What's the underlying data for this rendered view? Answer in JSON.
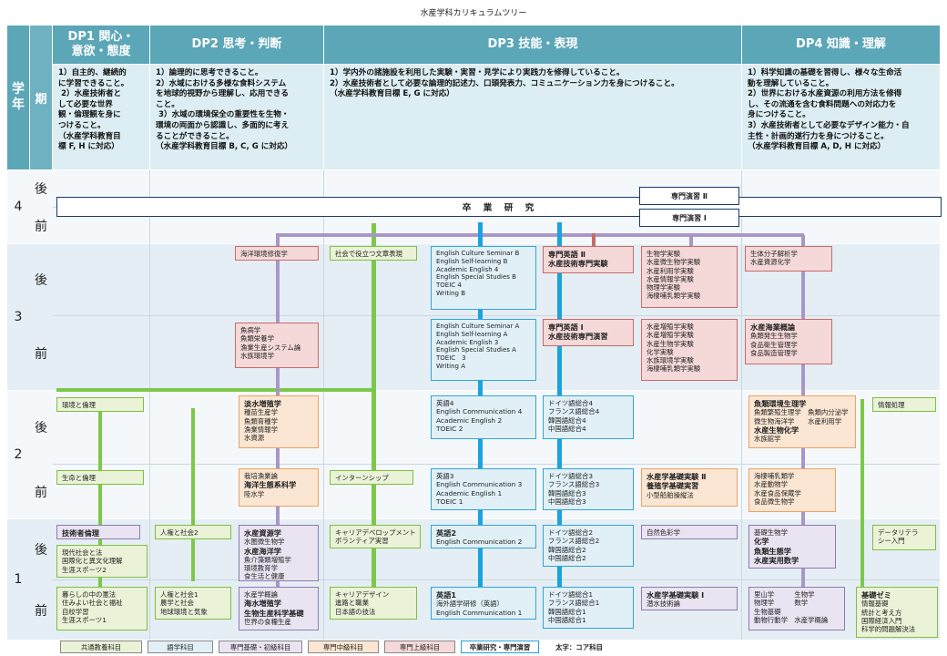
{
  "title": "水産学科カリキュラムツリー",
  "header": {
    "year_label": "学\n年",
    "term_label": "期",
    "dp1": "DP1 関心・\n意欲・態度",
    "dp2": "DP2 思考・判断",
    "dp3": "DP3 技能・表現",
    "dp4": "DP4 知識・理解"
  },
  "descriptions": {
    "dp1": "1）自主的、継続的\nに学習できること。\n 2）水産技術者と\nして必要な世界\n観・倫理観を身に\nつけること。\n（水産学科教育目\n標 F, H に対応）",
    "dp2": "1）論理的に思考できること。\n2）水域における多様な食料システム\nを地球的視野から理解し、応用できる\nこと。\n 3）水域の環境保全の重要性を生物・\n環境の両面から認識し、多面的に考え\nることができること。\n（水産学科教育目標 B, C, G に対応）",
    "dp3": "1）学内外の諸施設を利用した実験・実習・見学により実践力を修得していること。\n2）水産技術者として必要な論理的記述力、口頭発表力、コミュニケーション力を身につけること。\n（水産学科教育目標 E, G に対応）",
    "dp4": "1）科学知識の基礎を習得し、様々な生命活\n動を理解していること。\n2）世界における水産資源の利用方法を修得\nし、その流通を含む食料問題への対応力を\n身につけること。\n3）水産技術者として必要なデザイン能力・自\n主性・計画的遂行力を身につけること。\n（水産学科教育目標 A, D, H に対応）"
  },
  "rows": {
    "y4": "4",
    "y3": "3",
    "y2": "2",
    "y1": "1",
    "late": "後",
    "early": "前"
  },
  "boxes": {
    "sotsugyo": "卒　業　研　究",
    "senmon2": "専門演習 Ⅱ",
    "senmon1": "専門演習 Ⅰ",
    "kaiyo": "海洋環境修復学",
    "shakai": "社会で役立つ文章表現",
    "eng3b": [
      "English Culture Seminar B",
      "English Self-learning B",
      "Academic English 4",
      "English Special Studies B",
      "TOEIC 4",
      "Writing B"
    ],
    "senmoneigo2": [
      "専門英語 Ⅱ",
      "水産技術専門実験"
    ],
    "seibutsu3b": [
      "生物学実験",
      "水産微生物学実験",
      "水産利用学実験",
      "水産情報学実験",
      "物理学実験",
      "海棲哺乳類学実験"
    ],
    "dp4_3b": [
      "生体分子解析学",
      "水産資源化学"
    ],
    "gyobyo": [
      "魚病学",
      "魚類栄養学",
      "漁業生産システム論",
      "水族環境学"
    ],
    "eng3a": [
      "English Culture Seminar A",
      "English Self-learning A",
      "Academic English 3",
      "English Special Studies A",
      "TOEIC　3",
      "Writing A"
    ],
    "senmoneigo1": [
      "専門英語 Ⅰ",
      "水産技術専門演習"
    ],
    "zoshoku3a": [
      "水産増殖学実験",
      "水産増殖学実験",
      "水産生物学実験",
      "化学実験",
      "水族環境学実験",
      "海棲哺乳類学実験"
    ],
    "dp4_3a": [
      "水産海業概論",
      "魚類発生生物学",
      "食品衛生管理学",
      "食品製造管理学"
    ],
    "kankyo": "環境と倫理",
    "tansui": [
      "淡水増殖学",
      "種苗生産学",
      "魚類育種学",
      "漁業情報学",
      "水資源"
    ],
    "eng2b": [
      "英語4",
      "English Communication 4",
      "Academic English 2",
      "TOEIC 2"
    ],
    "doitsu2b": [
      "ドイツ語総合4",
      "フランス語総合4",
      "韓国語総合4",
      "中国語総合4"
    ],
    "gyorui": [
      "魚類環境生理学",
      "魚類繁殖生理学　魚類内分泌学",
      "微生物海洋学　　水産利用学",
      "水産生物化学",
      "水族館学"
    ],
    "joho": "情報処理",
    "seimei": "生命と倫理",
    "saibai": [
      "栽培漁業論",
      "海洋生態系科学",
      "陸水学"
    ],
    "intern": "インターンシップ",
    "eng2a": [
      "英語3",
      "English Communication 3",
      "Academic English 1",
      "TOEIC 1"
    ],
    "doitsu2a": [
      "ドイツ語総合3",
      "フランス語総合3",
      "韓国語総合3",
      "中国語総合3"
    ],
    "kiso2": [
      "水産学基礎実験 Ⅱ",
      "養殖学基礎実習",
      "小型船舶操縦法"
    ],
    "dp4_2a": [
      "海棲哺乳類学",
      "水産動物学",
      "水産食品保蔵学",
      "食品微生物学"
    ],
    "gijutsusha": "技術者倫理",
    "gendai": [
      "現代社会と法",
      "国際化と異文化理解",
      "生涯スポーツ2"
    ],
    "ningen2": "人権と社会2",
    "shigen": [
      "水産資源学",
      "水圏微生物学",
      "水産海洋学",
      "魚介藻類増殖学",
      "環境教育学",
      "食生活と健康"
    ],
    "career_dev": [
      "キャリアデベロップメント",
      "ボランティア実習"
    ],
    "eng1b": [
      "英語2",
      "English Communication 2"
    ],
    "doitsu1b": [
      "ドイツ語総合2",
      "フランス語総合2",
      "韓国語総合2",
      "中国語総合2"
    ],
    "shizen": "自然色彩学",
    "kiso1b": [
      "基礎生物学",
      "化学",
      "魚類生態学",
      "水産実用数学"
    ],
    "data": [
      "データリテラ",
      "シー入門"
    ],
    "kurashi": [
      "暮らしの中の憲法",
      "住みよい社会と福祉",
      "自校学習",
      "生涯スポーツ1"
    ],
    "ningen1": [
      "人権と社会1",
      "農学と社会",
      "地球環境と気象"
    ],
    "gairon": [
      "水産学概論",
      "海水増殖学",
      "生物生産科学基礎",
      "世界の食糧生産"
    ],
    "career_des": [
      "キャリアデザイン",
      "進路と職業",
      "日本語の技法"
    ],
    "eng1a": [
      "英語1",
      "海外語学研修（英語）",
      "English Communication 1"
    ],
    "doitsu1a": [
      "ドイツ語総合1",
      "フランス語総合1",
      "韓国語総合1",
      "中国語総合1"
    ],
    "kiso1a": [
      "水産学基礎実験 Ⅰ",
      "潜水技術論"
    ],
    "dp4_1a": [
      "里山学　　　生物学",
      "物理学　　　数学",
      "生物基礎",
      "動物行動学　水産学概論"
    ],
    "seminar": [
      "基礎ゼミ",
      "情報基礎",
      "統計と考え方",
      "国際経済入門",
      "科学的問題解決法"
    ]
  },
  "legend": {
    "common": "共通教養科目",
    "lang": "語学科目",
    "basic": "専門基礎・初級科目",
    "mid": "専門中級科目",
    "upper": "専門上級科目",
    "core": "卒業研究・専門演習",
    "core_note": "太字：コア科目"
  },
  "colors": {
    "header": "#5ba6b7",
    "desc_bg": "#dceef3",
    "common": "#7cc84a",
    "lang": "#1aa3e0",
    "basic": "#a996c8",
    "mid": "#f0a060",
    "upper": "#c86a6a",
    "core": "#1a3a6b"
  }
}
